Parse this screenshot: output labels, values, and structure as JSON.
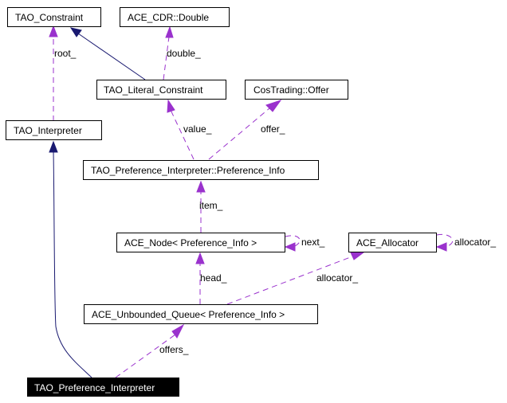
{
  "diagram": {
    "type": "collaboration-graph",
    "colors": {
      "usage_edge": "#9a32cd",
      "inheritance_edge": "#191970",
      "focus_node_bg": "#000000",
      "focus_node_text": "#ffffff"
    },
    "nodes": {
      "tao_constraint": "TAO_Constraint",
      "ace_cdr_double": "ACE_CDR::Double",
      "tao_literal_constraint": "TAO_Literal_Constraint",
      "costrading_offer": "CosTrading::Offer",
      "tao_interpreter": "TAO_Interpreter",
      "preference_info": "TAO_Preference_Interpreter::Preference_Info",
      "ace_node": "ACE_Node< Preference_Info >",
      "ace_allocator": "ACE_Allocator",
      "ace_unbounded_queue": "ACE_Unbounded_Queue< Preference_Info >",
      "tao_preference_interpreter": "TAO_Preference_Interpreter"
    },
    "edge_labels": {
      "root": "root_",
      "double": "double_",
      "value": "value_",
      "offer": "offer_",
      "item": "item_",
      "next": "next_",
      "allocator_self": "allocator_",
      "head": "head_",
      "allocator": "allocator_",
      "offers": "offers_"
    }
  }
}
